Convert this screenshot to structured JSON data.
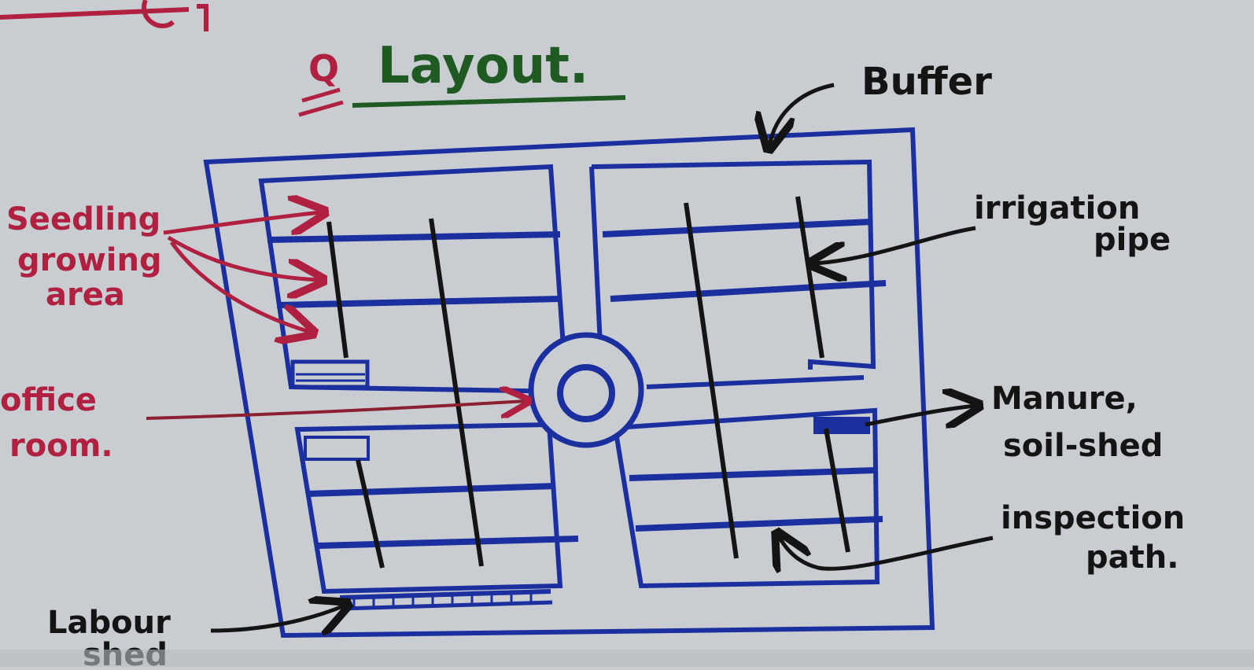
{
  "diagram": {
    "marker": "Q",
    "title": "Layout.",
    "labels": {
      "buffer": "Buffer",
      "irrigation_pipe": [
        "irrigation",
        "pipe"
      ],
      "manure_soil_shed": [
        "Manure,",
        "soil-shed"
      ],
      "inspection_path": [
        "inspection",
        "path."
      ],
      "seedling_growing_area": [
        "Seedling",
        "growing",
        "area"
      ],
      "office_room": [
        "office",
        "room."
      ],
      "labour_shed": [
        "Labour",
        "shed"
      ]
    },
    "colors": {
      "paper": "#c9cdd2",
      "blue_ink": "#1c2f9e",
      "black_ink": "#141414",
      "red_ink": "#b02040",
      "green_ink": "#1e5a22"
    }
  }
}
